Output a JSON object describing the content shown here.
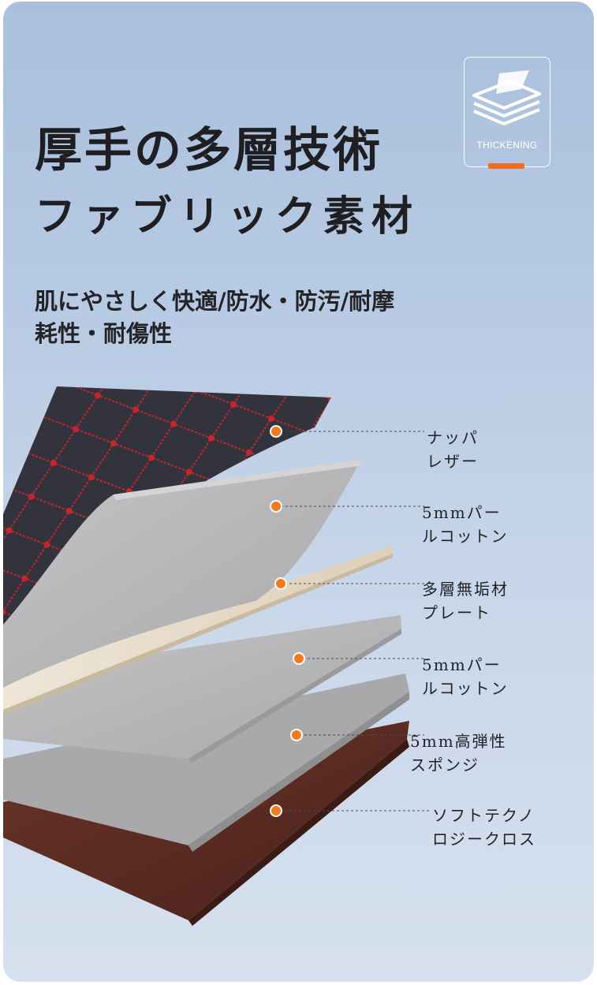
{
  "badge": {
    "label": "THICKENING",
    "icon": "stacked-layers-icon",
    "accent": "#f36c1e"
  },
  "title": {
    "line1": "厚手の多層技術",
    "line2": "ファブリック素材"
  },
  "subtitle": {
    "line1": "肌にやさしく快適/防水・防汚/耐摩",
    "line2": "耗性・耐傷性"
  },
  "layers": [
    {
      "line1": "ナッパ",
      "line2": "レザー"
    },
    {
      "line1": "5mmパー",
      "line2": "ルコットン"
    },
    {
      "line1": "多層無垢材",
      "line2": "プレート"
    },
    {
      "line1": "5mmパー",
      "line2": "ルコットン"
    },
    {
      "line1": "5mm高弾性",
      "line2": "スポンジ"
    },
    {
      "line1": "ソフトテクノ",
      "line2": "ロジークロス"
    }
  ],
  "colors": {
    "background": "#b7cae3",
    "leather": "#33333d",
    "stitching": "#c4262a",
    "cotton": "#b7b6b8",
    "wood": "#e8ddcc",
    "sponge": "#a7a6a8",
    "cloth": "#5a2b22",
    "marker": "#f07a1e"
  }
}
